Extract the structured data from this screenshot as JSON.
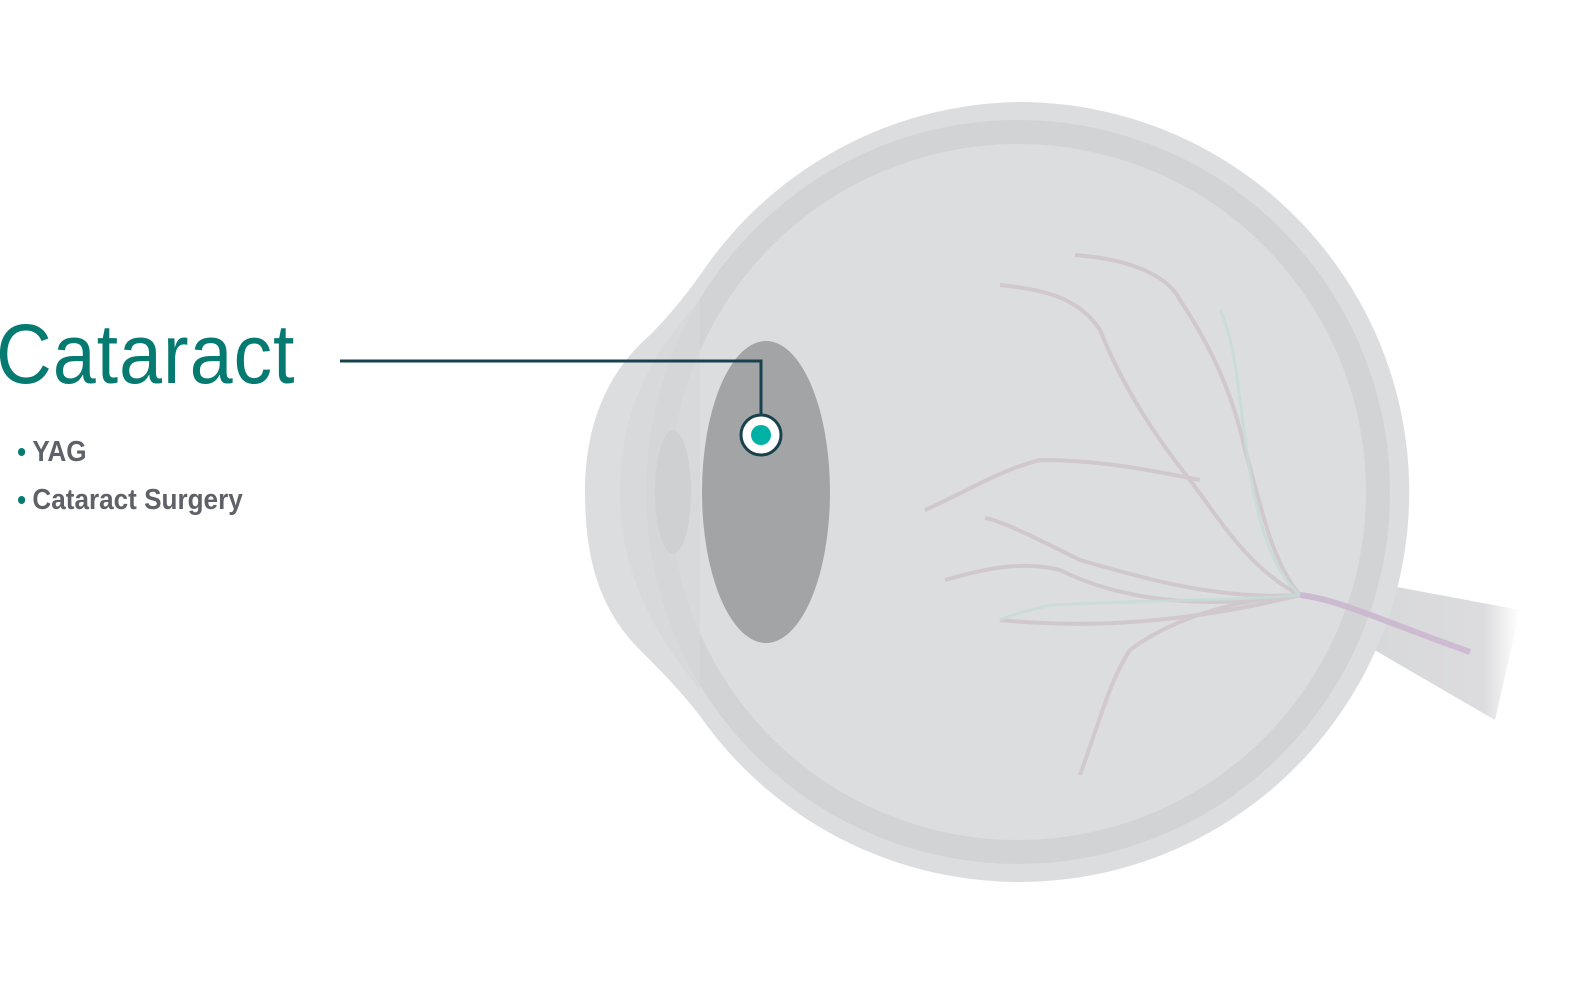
{
  "condition": {
    "title": "Cataract",
    "treatments": [
      "YAG",
      "Cataract Surgery"
    ]
  },
  "colors": {
    "accent": "#047a70",
    "marker": "#00b2a6",
    "leader": "#17414c",
    "text": "#5e6168"
  }
}
